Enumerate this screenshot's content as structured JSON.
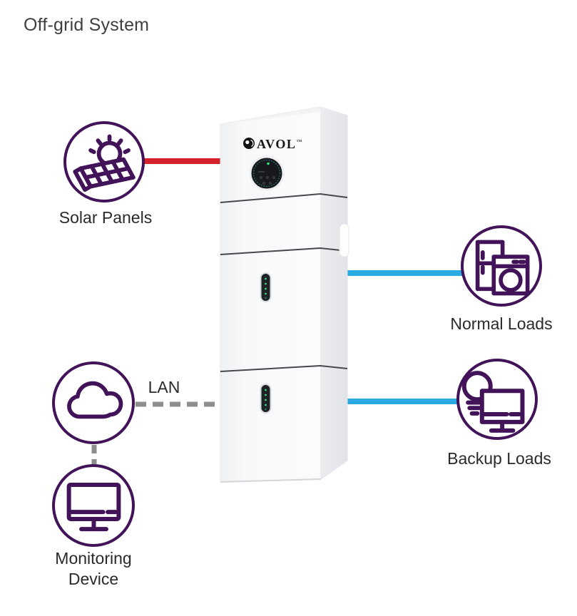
{
  "title": "Off-grid System",
  "device": {
    "brand": "AVOL",
    "brand_mark": "™"
  },
  "labels": {
    "solar": "Solar Panels",
    "normal": "Normal Loads",
    "backup": "Backup Loads",
    "lan": "LAN",
    "monitoring_line1": "Monitoring",
    "monitoring_line2": "Device"
  },
  "icons": {
    "solar": "solar-panel-sun-icon",
    "normal": "fridge-washing-machine-icon",
    "backup": "bulb-tv-icon",
    "lan": "cloud-icon",
    "monitoring": "monitor-icon",
    "logo": "avol-logo-mark-icon"
  },
  "colors": {
    "purple": "#421359",
    "red": "#d5222a",
    "blue": "#29abe2",
    "gray": "#8e8e8e",
    "text": "#2b2a2b",
    "title": "#3f3e40"
  }
}
